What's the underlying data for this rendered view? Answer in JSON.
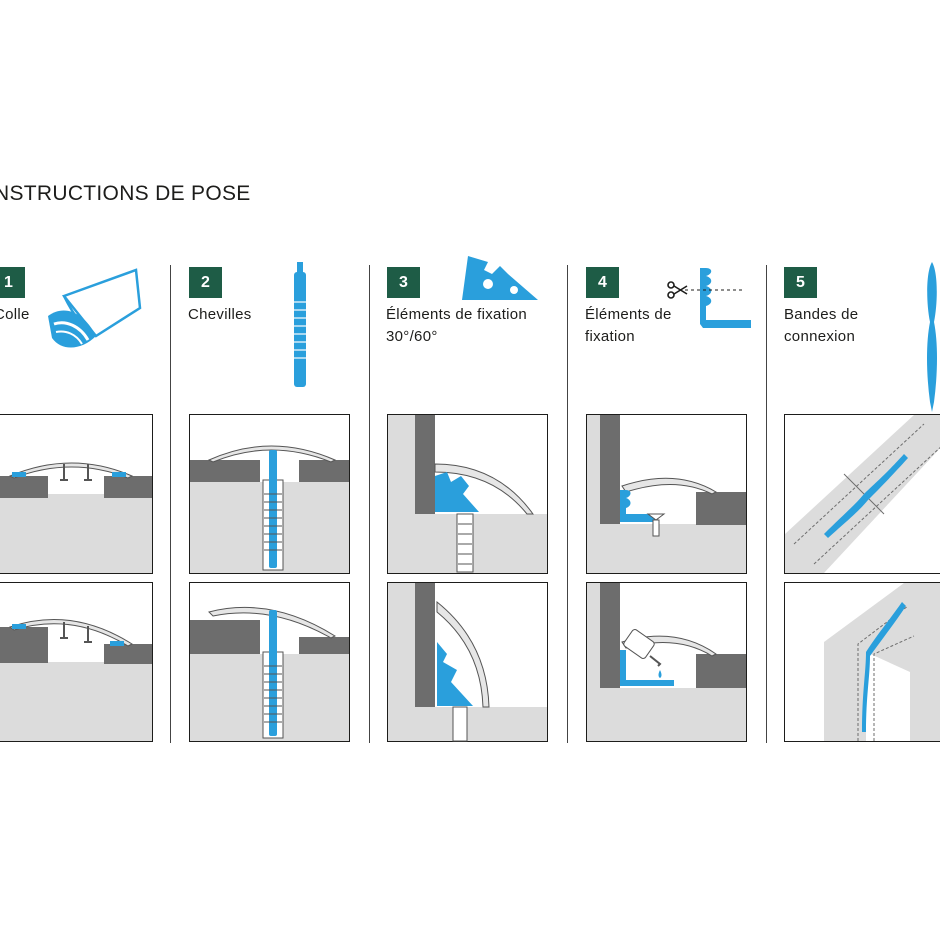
{
  "title": "NSTRUCTIONS DE POSE",
  "colors": {
    "badge": "#1e5c46",
    "accent": "#2a9fdc",
    "floor": "#dcdcdc",
    "wall": "#6d6d6d",
    "profile": "#e6e6e6"
  },
  "steps": [
    {
      "number": "1",
      "label": "Colle",
      "icon": "glue-tape-icon"
    },
    {
      "number": "2",
      "label": "Chevilles",
      "icon": "dowel-icon"
    },
    {
      "number": "3",
      "label": "Éléments de fixation\n30°/60°",
      "icon": "angle-clip-icon"
    },
    {
      "number": "4",
      "label": "Éléments de\nfixation",
      "icon": "l-bracket-icon"
    },
    {
      "number": "5",
      "label": "Bandes de\nconnexion",
      "icon": "connector-strip-icon"
    }
  ]
}
